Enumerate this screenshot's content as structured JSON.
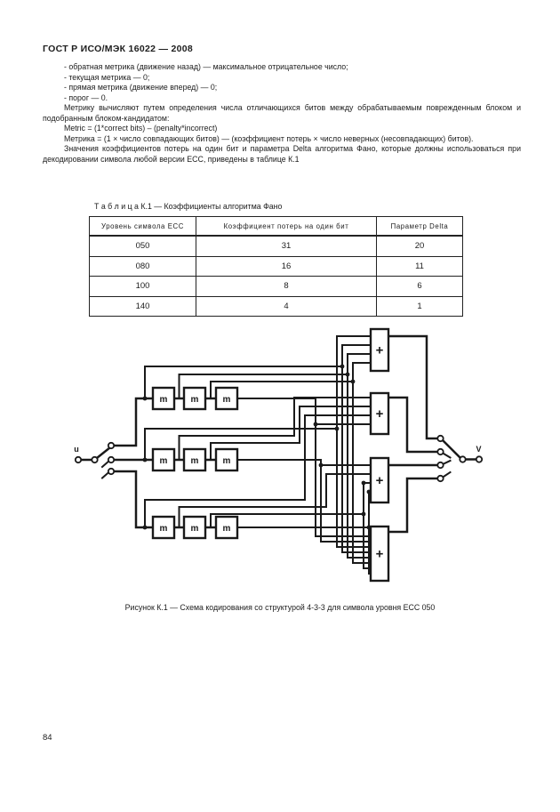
{
  "header": {
    "title": "ГОСТ Р ИСО/МЭК 16022 — 2008"
  },
  "body": {
    "bullets": [
      "- обратная метрика (движение назад) — максимальное отрицательное число;",
      "- текущая метрика — 0;",
      "- прямая метрика (движение вперед) — 0;",
      "- порог — 0."
    ],
    "para1": "Метрику вычисляют путем определения числа отличающихся битов между обрабатываемым поврежденным блоком и подобранным блоком-кандидатом:",
    "formula": "Metric = (1*correct bits) – (penalty*incorrect)",
    "para2": "Метрика = (1 × число совпадающих битов) — (коэффициент потерь × число неверных (несовпадающих) битов).",
    "para3": "Значения коэффициентов потерь на один бит и параметра Delta алгоритма Фано, которые должны использоваться при декодировании символа любой версии ECC, приведены в таблице К.1"
  },
  "table": {
    "title": "Т а б л и ц а  К.1 — Коэффициенты алгоритма Фано",
    "headers": [
      "Уровень символа ECC",
      "Коэффициент потерь на один бит",
      "Параметр Delta"
    ],
    "rows": [
      [
        "050",
        "31",
        "20"
      ],
      [
        "080",
        "16",
        "11"
      ],
      [
        "100",
        "8",
        "6"
      ],
      [
        "140",
        "4",
        "1"
      ]
    ]
  },
  "figure": {
    "caption": "Рисунок К.1 — Схема кодирования со структурой 4-3-3 для символа уровня ECC 050",
    "input_label": "u",
    "output_label": "V",
    "memory_label": "m",
    "adder_label": "+"
  },
  "footer": {
    "page_number": "84"
  }
}
